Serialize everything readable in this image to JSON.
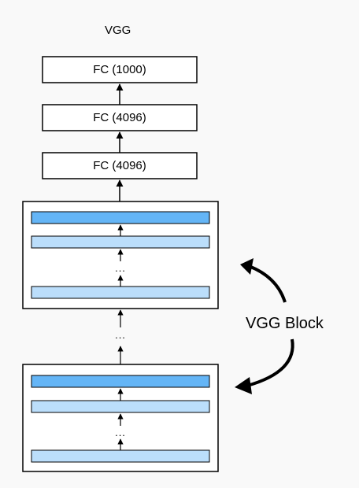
{
  "title": "VGG",
  "fc_layers": [
    {
      "label": "FC (1000)"
    },
    {
      "label": "FC (4096)"
    },
    {
      "label": "FC (4096)"
    }
  ],
  "ellipsis": "...",
  "block_label": "VGG Block",
  "colors": {
    "background": "#f9f9f9",
    "fc_fill": "#ffffff",
    "stroke": "#000000",
    "conv_dark": "#64b5f6",
    "conv_light": "#bbdefb"
  }
}
